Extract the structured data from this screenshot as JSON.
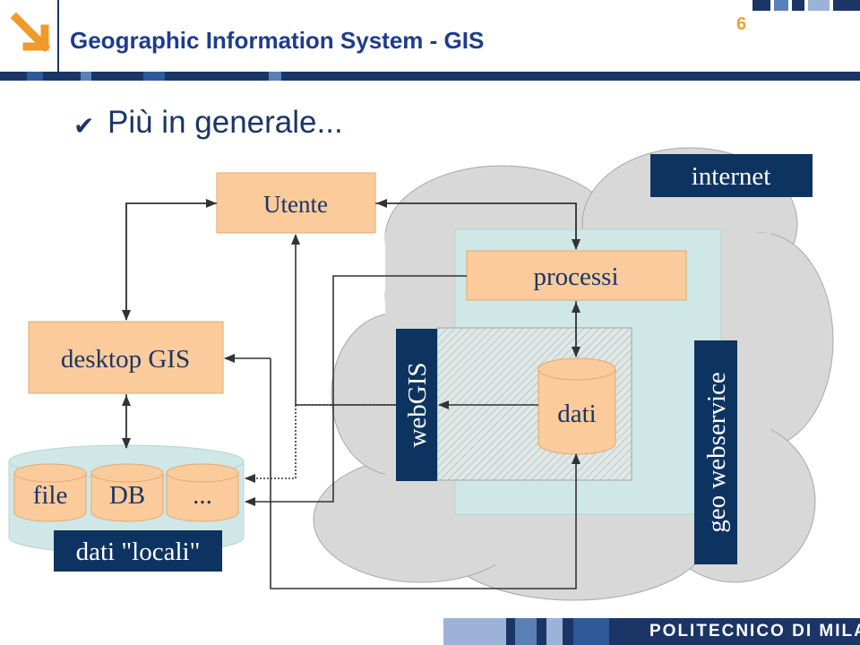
{
  "header": {
    "title": "Geographic Information System - GIS",
    "page_number": "6"
  },
  "bullet": {
    "icon": "checkmark-icon",
    "text": "Più in generale..."
  },
  "diagram": {
    "nodes": {
      "utente": "Utente",
      "internet": "internet",
      "processi": "processi",
      "desktop_gis": "desktop GIS",
      "webgis": "webGIS",
      "dati_server": "dati",
      "geo_webservice": "geo webservice",
      "file": "file",
      "db": "DB",
      "ellipsis": "...",
      "dati_locali": "dati \"locali\""
    },
    "colors": {
      "box_fill": "#fbcb9b",
      "box_stroke": "#e2a872",
      "navy": "#0d3461",
      "cloud": "#d8d8d8",
      "teal": "#cfe7e6",
      "arrow": "#333333"
    }
  },
  "footer": {
    "brand": "POLITECNICO DI MILANO"
  }
}
